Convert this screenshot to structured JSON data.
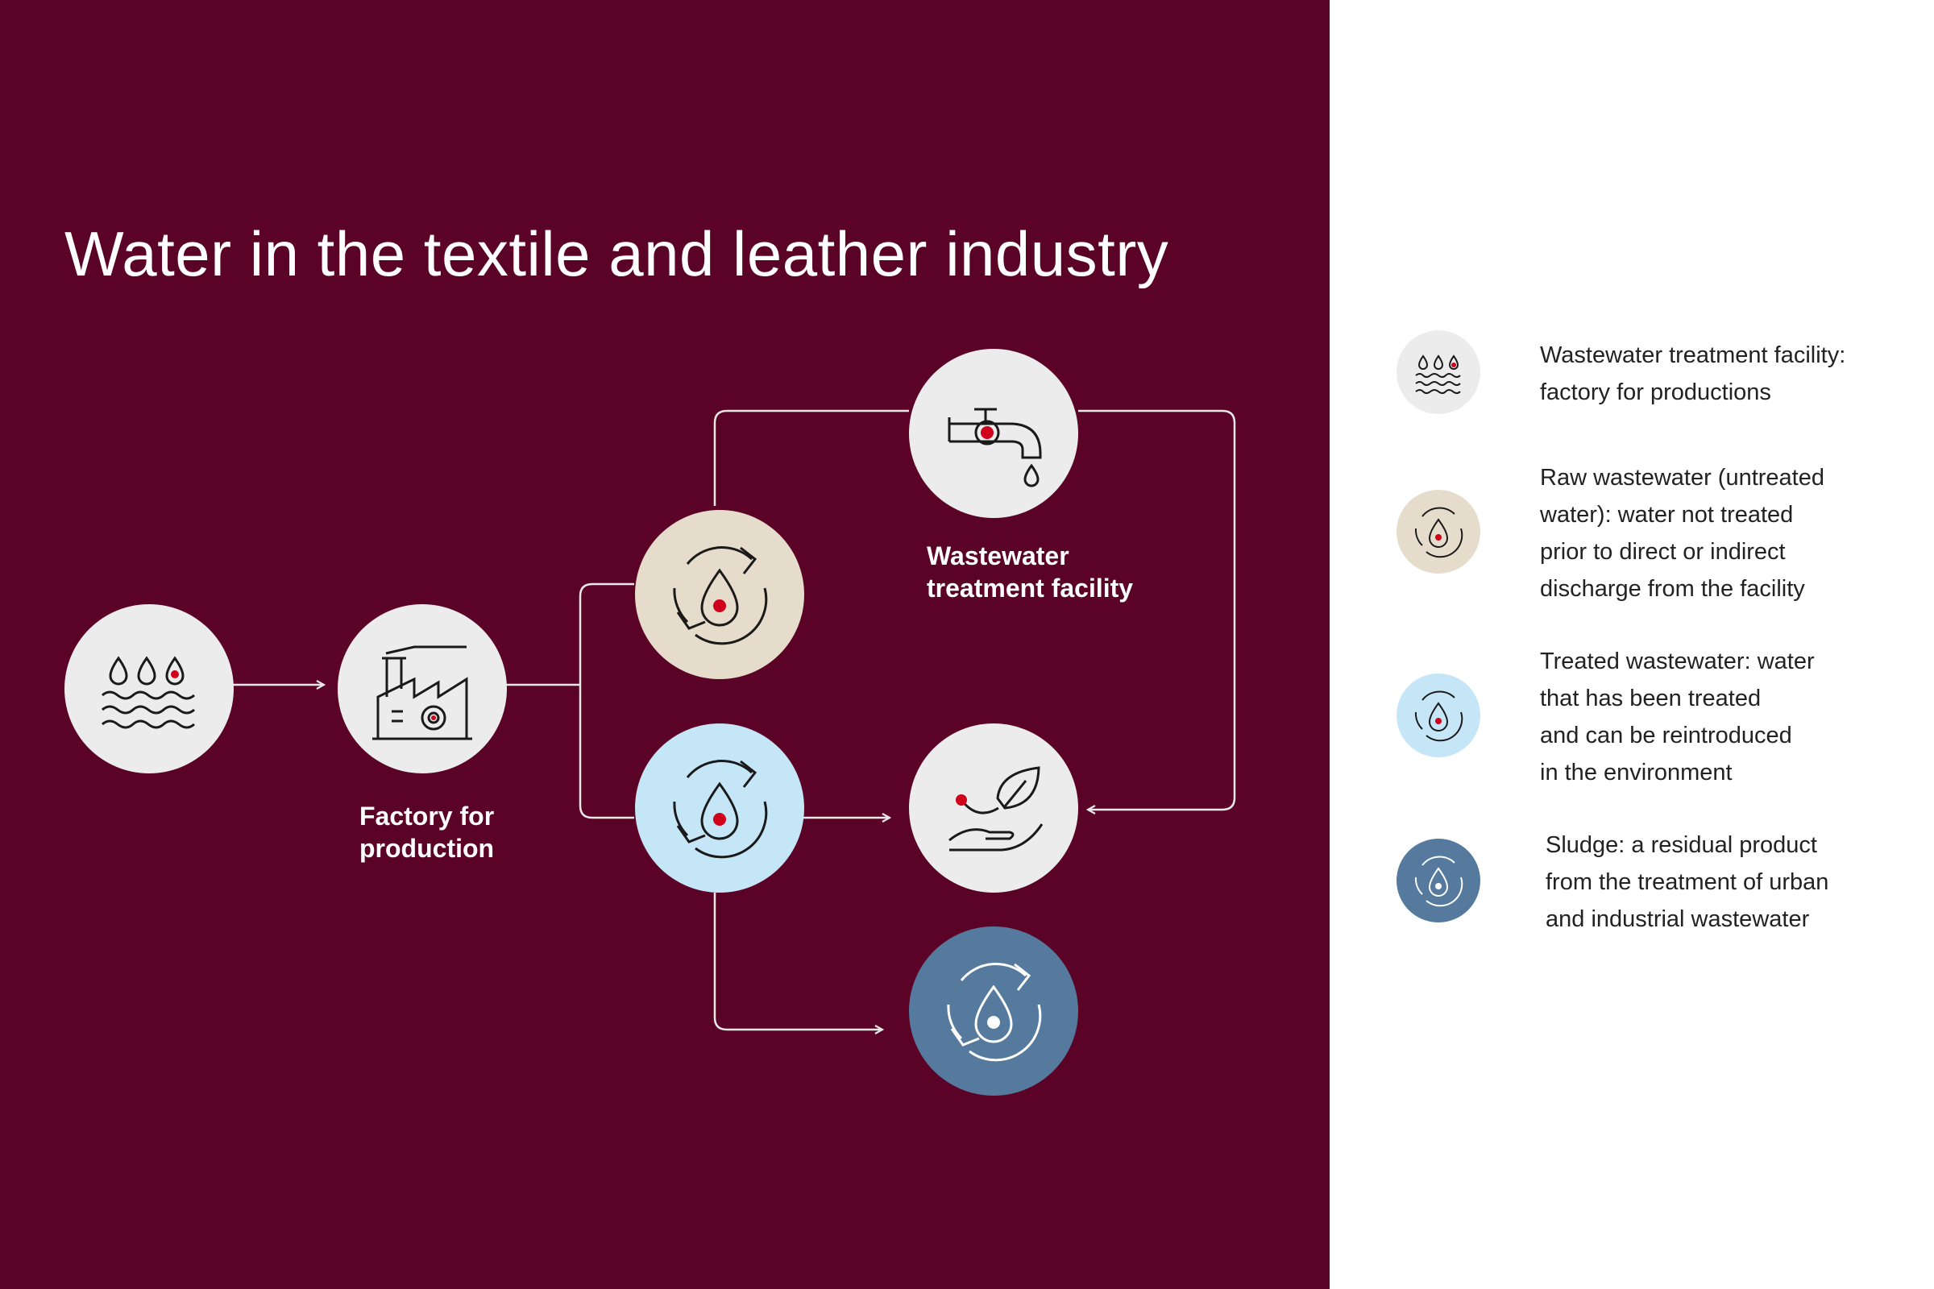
{
  "title": "Water in the textile and leather industry",
  "colors": {
    "background": "#5a0326",
    "connector": "#e8e8e8",
    "accent_red": "#d0021b",
    "circle_grey": "#ececec",
    "circle_beige": "#e6dccb",
    "circle_lightblue": "#c5e6f6",
    "circle_darkblue": "#567a9e"
  },
  "nodes": [
    {
      "id": "water-source",
      "icon": "water-waves-icon",
      "label": ""
    },
    {
      "id": "factory",
      "icon": "factory-icon",
      "label": "Factory for production"
    },
    {
      "id": "wastewater-treatment-facility",
      "icon": "faucet-icon",
      "label": "Wastewater treatment facility"
    },
    {
      "id": "raw-wastewater",
      "icon": "water-cycle-icon",
      "label": ""
    },
    {
      "id": "treated-wastewater",
      "icon": "water-cycle-icon",
      "label": ""
    },
    {
      "id": "environment",
      "icon": "leaf-hand-icon",
      "label": ""
    },
    {
      "id": "sludge",
      "icon": "water-cycle-icon",
      "label": ""
    }
  ],
  "labels": {
    "factory": "Factory for\nproduction",
    "wwtf": "Wastewater\ntreatment facility"
  },
  "legend": [
    {
      "icon": "water-waves-icon",
      "text": "Wastewater treatment facility:\nfactory for productions"
    },
    {
      "icon": "water-cycle-icon",
      "text": "Raw wastewater (untreated\nwater): water not treated\nprior to direct or indirect\ndischarge from the facility"
    },
    {
      "icon": "water-cycle-icon",
      "text": "Treated wastewater: water\nthat has been treated\nand can be reintroduced\nin the environment"
    },
    {
      "icon": "water-cycle-icon",
      "text": "Sludge: a residual product\nfrom the treatment of urban\nand industrial wastewater"
    }
  ]
}
